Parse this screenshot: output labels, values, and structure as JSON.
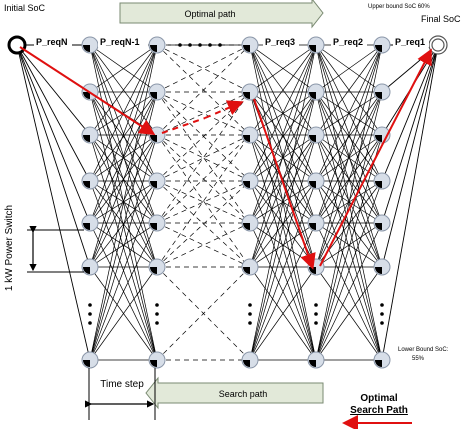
{
  "labels": {
    "initial": "Initial SoC",
    "final": "Final SoC",
    "p_reqN": "P_reqN",
    "p_reqN1": "P_reqN-1",
    "p_req3": "P_req3",
    "p_req2": "P_req2",
    "p_req1": "P_req1",
    "optimal_path": "Optimal path",
    "search_path": "Search path",
    "upper_bound": "Upper bound SoC 60%",
    "lower_bound_1": "Lower Bound SoC:",
    "lower_bound_2": "55%",
    "power_switch": "1 kW Power Switch",
    "time_step": "Time step",
    "legend_1": "Optimal",
    "legend_2": "Search Path"
  },
  "colors": {
    "optimal": "#e01010",
    "node_fill": "#d7dee8",
    "arrow_fill": "#e2e9d9"
  }
}
